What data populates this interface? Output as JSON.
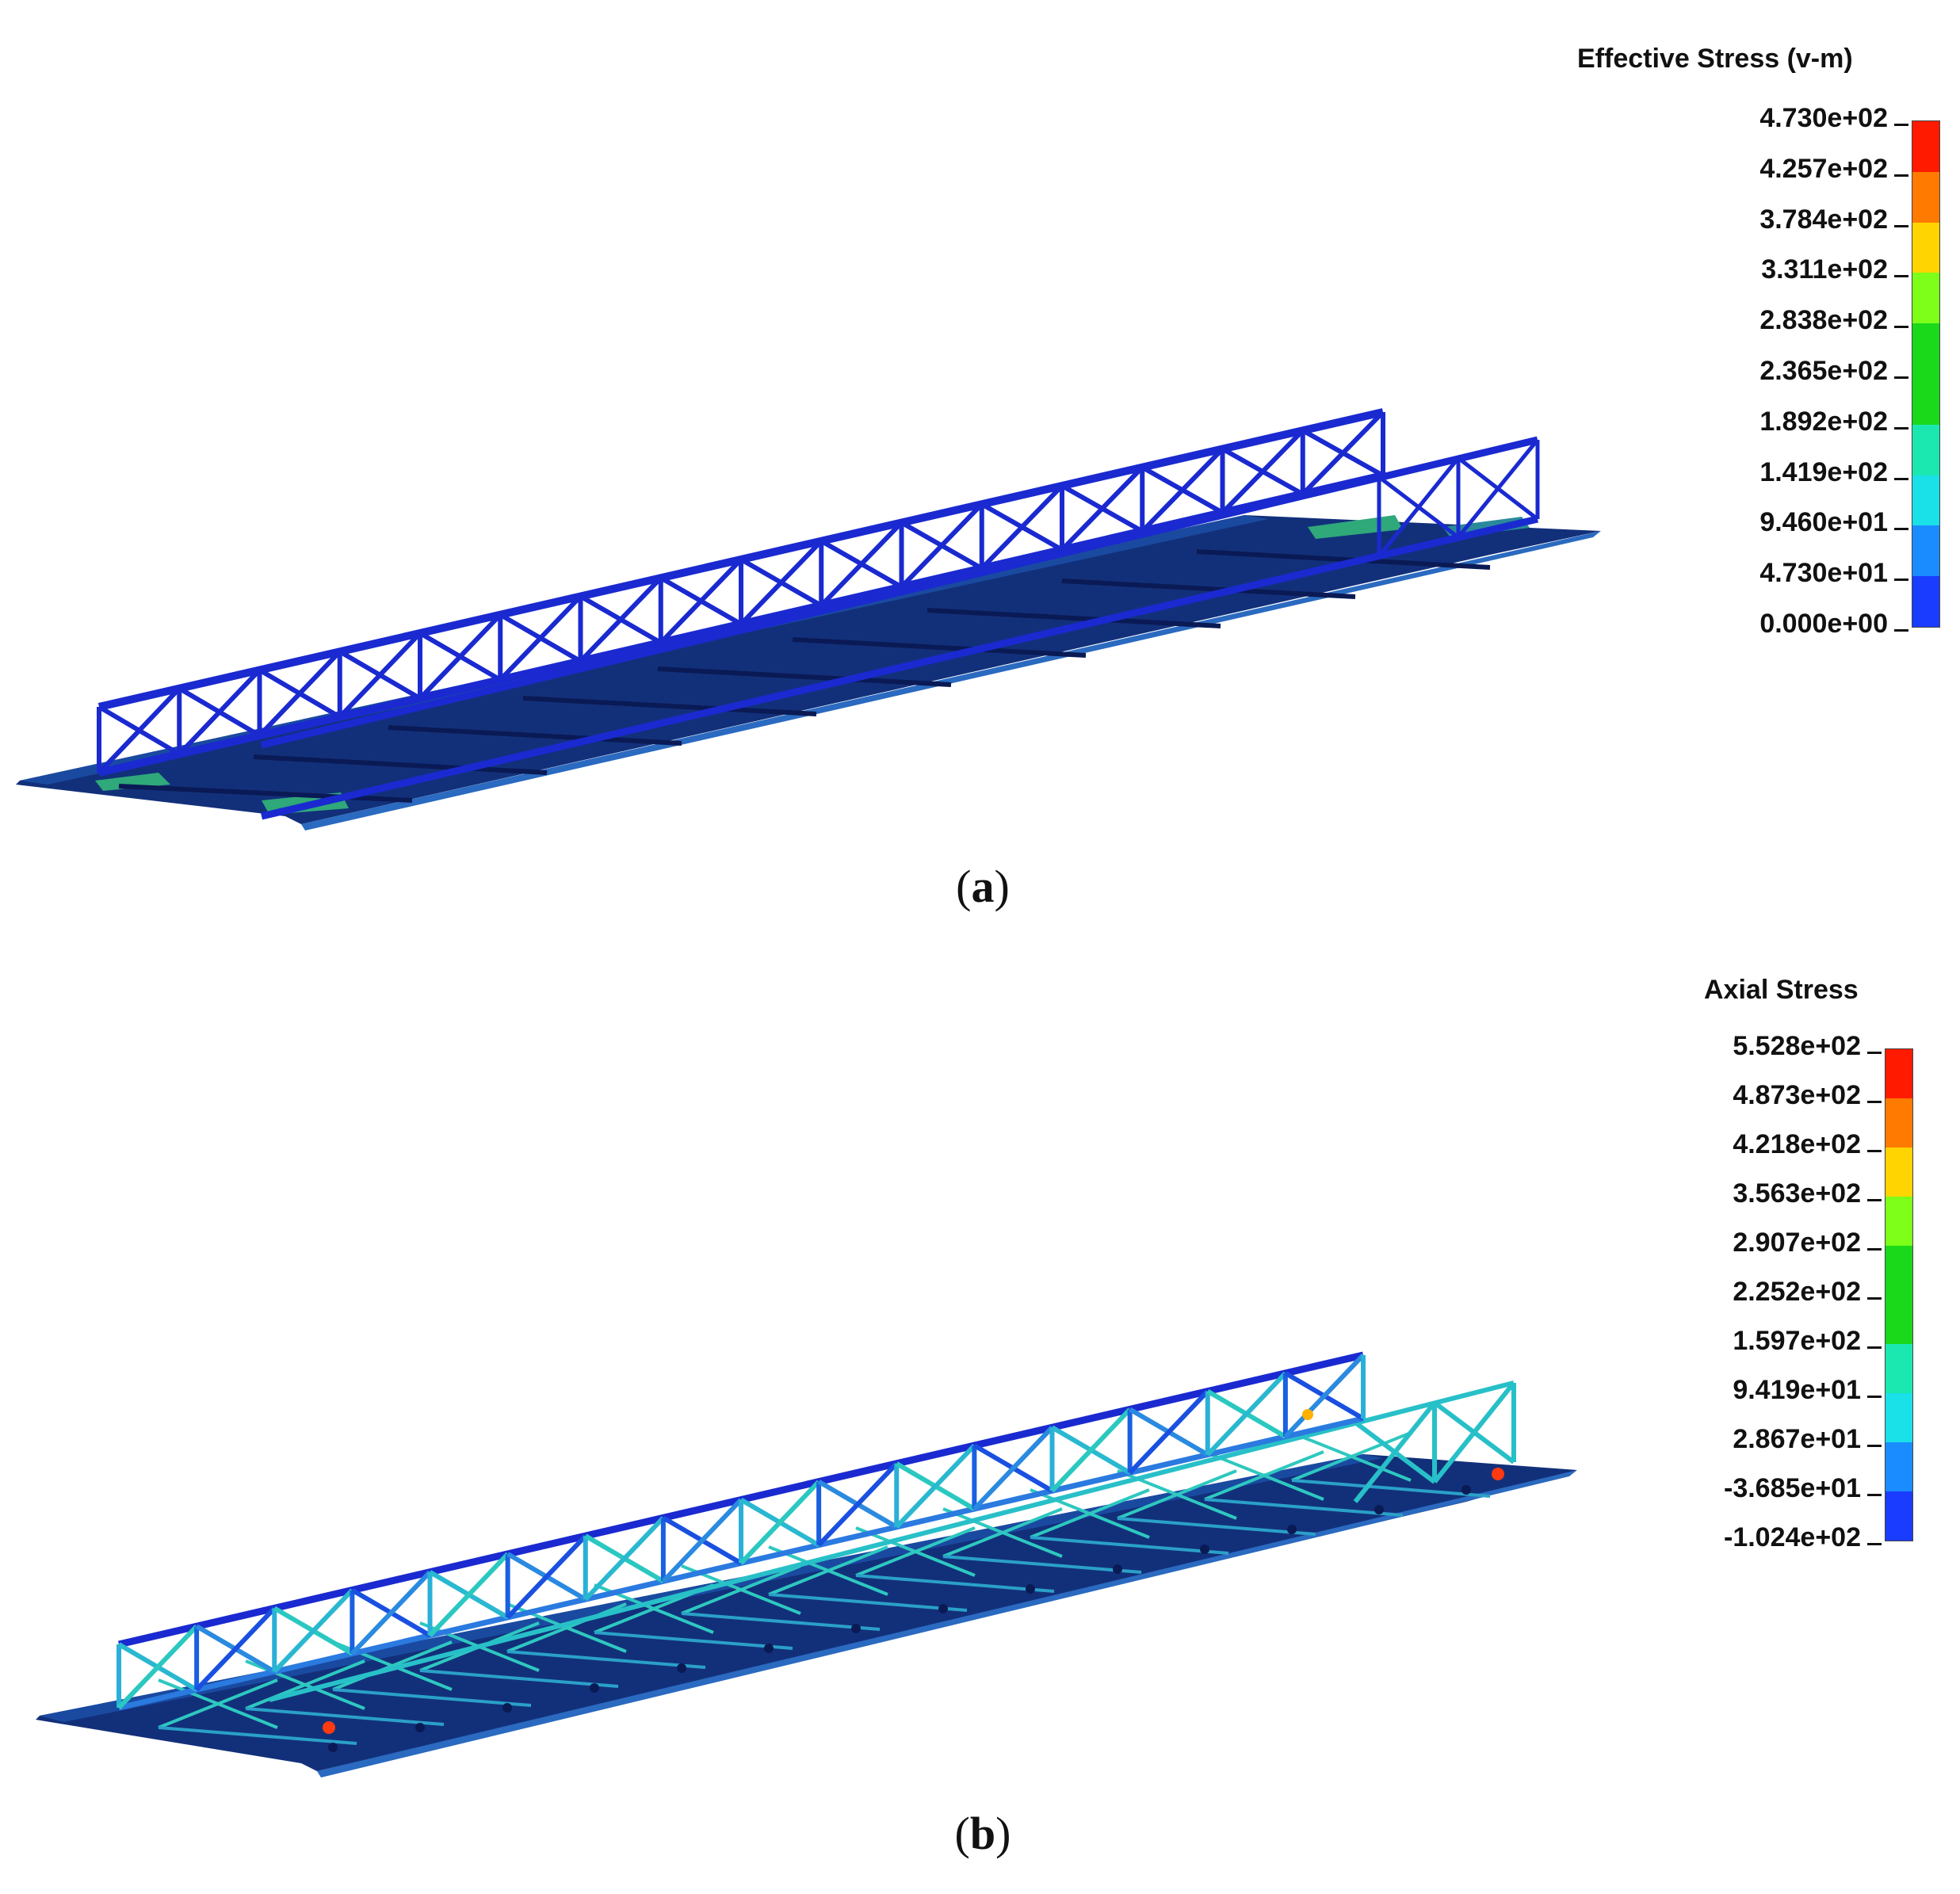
{
  "panels": [
    {
      "id": "a",
      "caption_letter": "a",
      "legend": {
        "title": "Effective Stress (v-m)",
        "ticks": [
          "4.730e+02",
          "4.257e+02",
          "3.784e+02",
          "3.311e+02",
          "2.838e+02",
          "2.365e+02",
          "1.892e+02",
          "1.419e+02",
          "9.460e+01",
          "4.730e+01",
          "0.000e+00"
        ],
        "colors": [
          "#ff1a00",
          "#ff7a00",
          "#ffd400",
          "#7dff1a",
          "#1ad81a",
          "#1ad81a",
          "#1ae8b0",
          "#1ae0e8",
          "#1a8cff",
          "#1a3cff"
        ]
      }
    },
    {
      "id": "b",
      "caption_letter": "b",
      "legend": {
        "title": "Axial Stress",
        "ticks": [
          "5.528e+02",
          "4.873e+02",
          "4.218e+02",
          "3.563e+02",
          "2.907e+02",
          "2.252e+02",
          "1.597e+02",
          "9.419e+01",
          "2.867e+01",
          "-3.685e+01",
          "-1.024e+02"
        ],
        "colors": [
          "#ff1a00",
          "#ff7a00",
          "#ffd400",
          "#7dff1a",
          "#1ad81a",
          "#1ad81a",
          "#1ae8b0",
          "#1ae0e8",
          "#1a8cff",
          "#1a3cff"
        ]
      }
    }
  ]
}
